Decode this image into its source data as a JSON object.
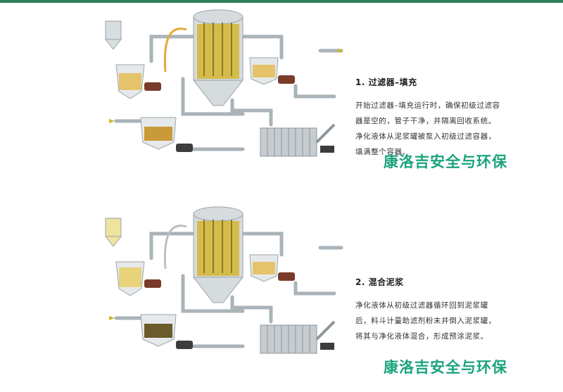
{
  "accent_color": "#1aa37c",
  "steps": [
    {
      "title": "1. 过滤器–填充",
      "body": "开始过滤器–填充运行时，确保初级过滤容器是空的，管子干净，并隔离回收系统。净化液体从泥浆罐被泵入初级过滤容器，填满整个容器。",
      "watermark": "康洛吉安全与环保"
    },
    {
      "title": "2. 混合泥浆",
      "body": "净化液体从初级过滤器循环回到泥浆罐后，料斗计量助滤剂粉末并倒入泥浆罐，将其与净化液体混合，形成预涂泥浆。",
      "watermark": "康洛吉安全与环保"
    }
  ]
}
